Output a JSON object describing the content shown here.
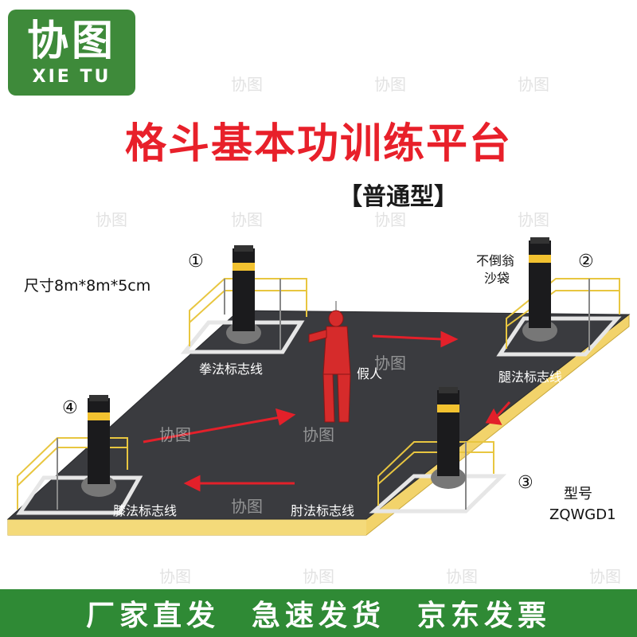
{
  "logo": {
    "cn": "协图",
    "en": "XIE TU"
  },
  "title": "格斗基本功训练平台",
  "subtitle": "【普通型】",
  "size": "尺寸8m*8m*5cm",
  "numbers": [
    "①",
    "②",
    "③",
    "④"
  ],
  "labels": {
    "boxing": "拳法标志线",
    "dummy": "假人",
    "leg": "腿法标志线",
    "knee": "膝法标志线",
    "elbow": "肘法标志线",
    "tumbler_line1": "不倒翁",
    "tumbler_line2": "沙袋"
  },
  "model": {
    "label": "型号",
    "code": "ZQWGD1"
  },
  "watermark": "协图",
  "footer": [
    "厂家直发",
    "急速发货",
    "京东发票"
  ],
  "colors": {
    "brand_green": "#3e8a3a",
    "title_red": "#e8202a",
    "mat": "#3a3b3f",
    "mat_edge": "#f2d36b",
    "arrow_red": "#e3202a",
    "bag_stripe": "#f2c230"
  }
}
